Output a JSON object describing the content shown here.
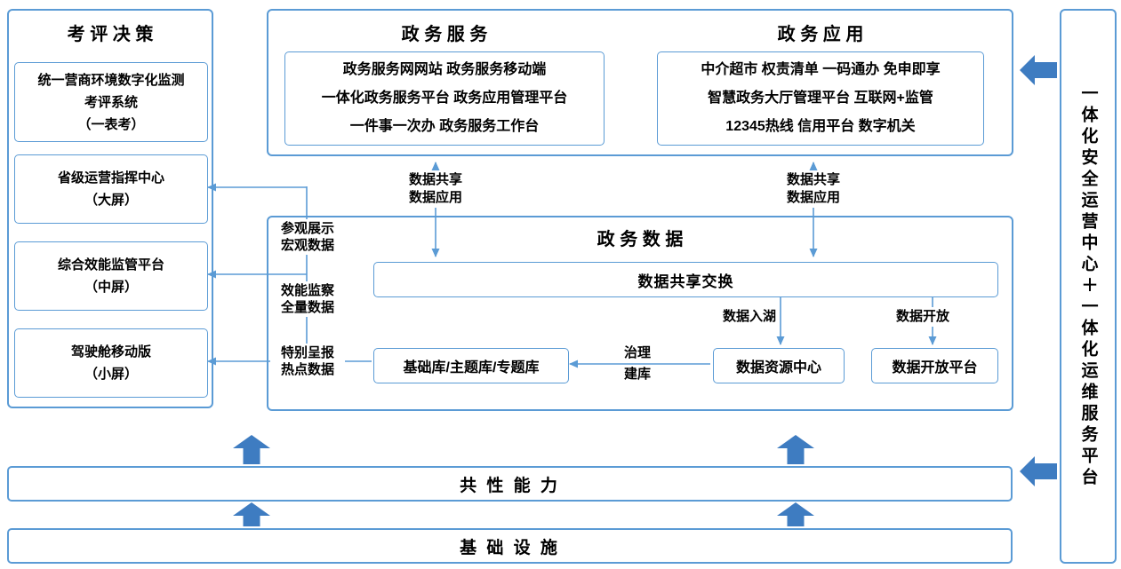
{
  "colors": {
    "panel_border": "#5B9BD5",
    "connector_line": "#5B9BD5",
    "block_arrow": "#3E7CC1",
    "text": "#000000"
  },
  "left_panel": {
    "title": "考 评 决 策",
    "boxes": [
      {
        "lines": [
          "统一营商环境数字化监测",
          "考评系统",
          "（一表考）"
        ]
      },
      {
        "lines": [
          "省级运营指挥中心",
          "（大屏）"
        ]
      },
      {
        "lines": [
          "综合效能监管平台",
          "（中屏）"
        ]
      },
      {
        "lines": [
          "驾驶舱移动版",
          "（小屏）"
        ]
      }
    ]
  },
  "top_panel": {
    "service": {
      "title": "政 务 服 务",
      "lines": [
        "政务服务网网站 政务服务移动端",
        "一体化政务服务平台 政务应用管理平台",
        "一件事一次办 政务服务工作台"
      ]
    },
    "application": {
      "title": "政 务 应 用",
      "lines": [
        "中介超市 权责清单 一码通办 免申即享",
        "智慧政务大厅管理平台 互联网+监管",
        "12345热线 信用平台 数字机关"
      ]
    }
  },
  "data_panel": {
    "title": "政 务 数 据",
    "exchange_bar": "数据共享交换",
    "base_library_box": "基础库/主题库/专题库",
    "resource_center_box": "数据资源中心",
    "open_platform_box": "数据开放平台"
  },
  "connector_labels": {
    "share_left": {
      "lines": [
        "数据共享",
        "数据应用"
      ]
    },
    "share_right": {
      "lines": [
        "数据共享",
        "数据应用"
      ]
    },
    "data_lake": "数据入湖",
    "data_open": "数据开放",
    "governance": {
      "lines": [
        "治理",
        "建库"
      ]
    },
    "flow_display": {
      "lines": [
        "参观展示",
        "宏观数据"
      ]
    },
    "flow_monitor": {
      "lines": [
        "效能监察",
        "全量数据"
      ]
    },
    "flow_report": {
      "lines": [
        "特别呈报",
        "热点数据"
      ]
    }
  },
  "bottom_bars": {
    "common_capability": "共 性 能 力",
    "infrastructure": "基 础 设 施"
  },
  "right_panel": {
    "title": "一体化安全运营中心＋一体化运维服务平台"
  }
}
